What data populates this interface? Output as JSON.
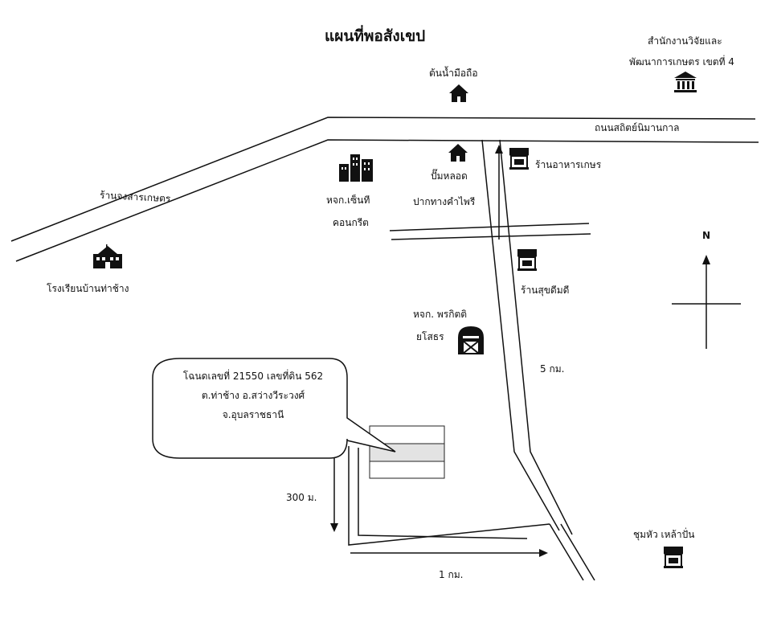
{
  "map": {
    "title": "แผนที่พอสังเขป",
    "places": {
      "research_office_line1": "สำนักงานวิจัยและ",
      "research_office_line2": "พัฒนาการเกษตร เขตที่ 4",
      "water_source": "ต้นน้ำมือถือ",
      "road_name": "ถนนสถิตย์นิมานกาล",
      "shop_left": "ร้านจงสารเกษตร",
      "school": "โรงเรียนบ้านท่าช้าง",
      "concrete_line1": "หจก.เซ็นที",
      "concrete_line2": "คอนกรีต",
      "gas_line1": "ปั๊มหลอด",
      "gas_line2": "ปากทางคำไพรี",
      "restaurant": "ร้านอาหารเกษร",
      "shop_sukdee": "ร้านสุขดีมดี",
      "partnership_line1": "หจก. พรกิตติ",
      "partnership_line2": "ยโสธร",
      "shop_bottom": "ชุมหัว เหล้าปั่น"
    },
    "north": "N",
    "distances": {
      "d5km": "5 กม.",
      "d300m": "300 ม.",
      "d1km": "1 กม."
    },
    "callout": {
      "line1": "โฉนดเลขที่ 21550 เลขที่ดิน 562",
      "line2": "ต.ท่าช้าง อ.สว่างวีระวงศ์",
      "line3": "จ.อุบลราชธานี"
    },
    "colors": {
      "ink": "#111111",
      "plot_fill": "#e3e3e3"
    }
  }
}
